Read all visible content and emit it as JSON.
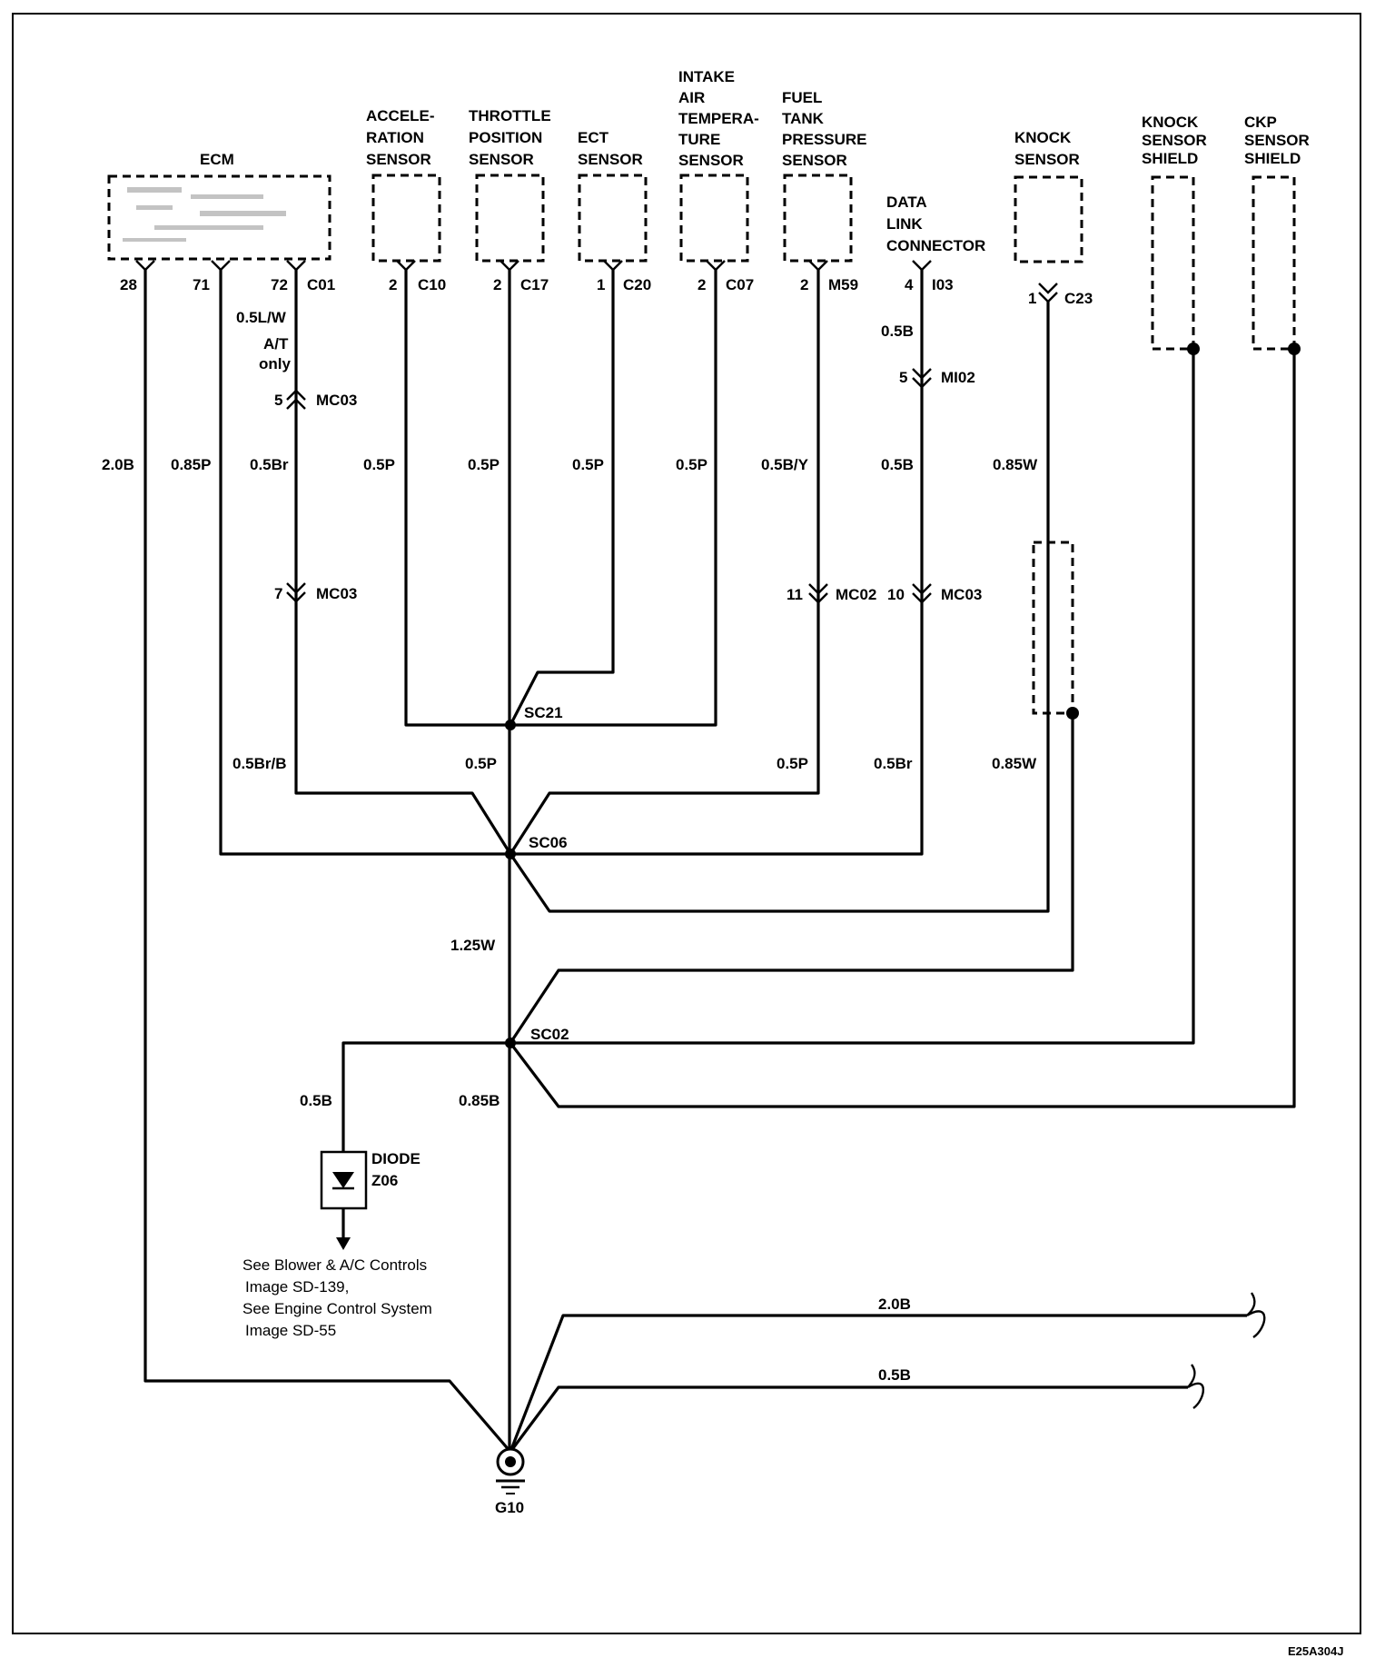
{
  "components": {
    "ecm": "ECM",
    "accel": [
      "ACCELE-",
      "RATION",
      "SENSOR"
    ],
    "tps": [
      "THROTTLE",
      "POSITION",
      "SENSOR"
    ],
    "ect": [
      "ECT",
      "SENSOR"
    ],
    "iat": [
      "INTAKE",
      "AIR",
      "TEMPERA-",
      "TURE",
      "SENSOR"
    ],
    "ftp": [
      "FUEL",
      "TANK",
      "PRESSURE",
      "SENSOR"
    ],
    "dlc": [
      "DATA",
      "LINK",
      "CONNECTOR"
    ],
    "knock": [
      "KNOCK",
      "SENSOR"
    ],
    "knock_shield": [
      "KNOCK",
      "SENSOR",
      "SHIELD"
    ],
    "ckp_shield": [
      "CKP",
      "SENSOR",
      "SHIELD"
    ],
    "diode": [
      "DIODE",
      "Z06"
    ],
    "ground": "G10"
  },
  "pins": {
    "ecm_28": "28",
    "ecm_71": "71",
    "ecm_72": "72",
    "ecm_conn": "C01",
    "accel_pin": "2",
    "accel_conn": "C10",
    "tps_pin": "2",
    "tps_conn": "C17",
    "ect_pin": "1",
    "ect_conn": "C20",
    "iat_pin": "2",
    "iat_conn": "C07",
    "ftp_pin": "2",
    "ftp_conn": "M59",
    "dlc_pin": "4",
    "dlc_conn": "I03",
    "knock_pin": "1",
    "knock_conn": "C23",
    "mc03_a_pin": "5",
    "mc03_a": "MC03",
    "mc03_b_pin": "7",
    "mc03_b": "MC03",
    "mi02_pin": "5",
    "mi02": "MI02",
    "mc02_pin": "11",
    "mc02": "MC02",
    "mc03_c_pin": "10",
    "mc03_c": "MC03"
  },
  "wires": {
    "ecm72_top": "0.5L/W",
    "at_only": [
      "A/T",
      "only"
    ],
    "w_20B": "2.0B",
    "w_085P": "0.85P",
    "w_05Br": "0.5Br",
    "w_accel": "0.5P",
    "w_tps": "0.5P",
    "w_ect": "0.5P",
    "w_iat": "0.5P",
    "w_ftp": "0.5B/Y",
    "w_dlc_top": "0.5B",
    "w_dlc": "0.5B",
    "w_knock": "0.85W",
    "w_05BrB": "0.5Br/B",
    "w_sc21": "0.5P",
    "w_ftp2": "0.5P",
    "w_05Br2": "0.5Br",
    "w_knock2": "0.85W",
    "w_125W": "1.25W",
    "w_diode": "0.5B",
    "w_085B": "0.85B",
    "w_ext1": "2.0B",
    "w_ext2": "0.5B"
  },
  "splices": {
    "sc21": "SC21",
    "sc06": "SC06",
    "sc02": "SC02"
  },
  "note": [
    "See Blower & A/C Controls",
    "Image   SD-139,",
    "See Engine Control System",
    "Image   SD-55"
  ],
  "figure_id": "E25A304J"
}
